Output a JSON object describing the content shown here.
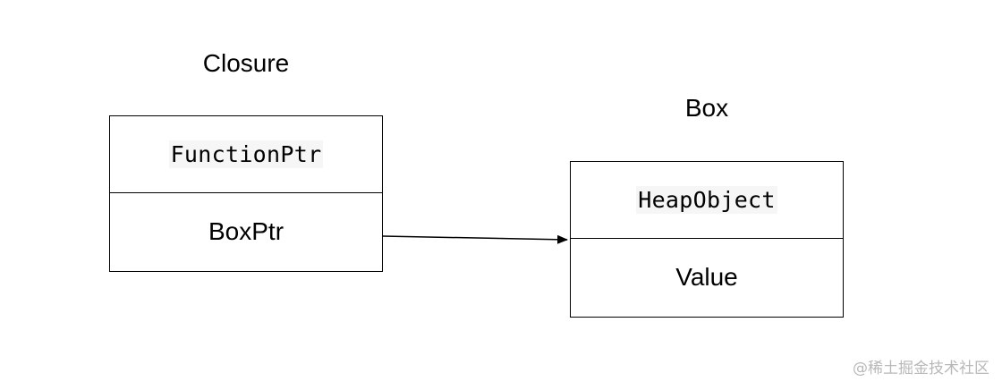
{
  "closure": {
    "title": "Closure",
    "fields": [
      "FunctionPtr",
      "BoxPtr"
    ]
  },
  "box": {
    "title": "Box",
    "fields": [
      "HeapObject",
      "Value"
    ]
  },
  "edges": [
    {
      "from": "closure.BoxPtr",
      "to": "box.HeapObject"
    }
  ],
  "watermark": "@稀土掘金技术社区",
  "colors": {
    "line": "#000000",
    "code_background": "#f6f6f6",
    "watermark": "#b8b8b8"
  }
}
